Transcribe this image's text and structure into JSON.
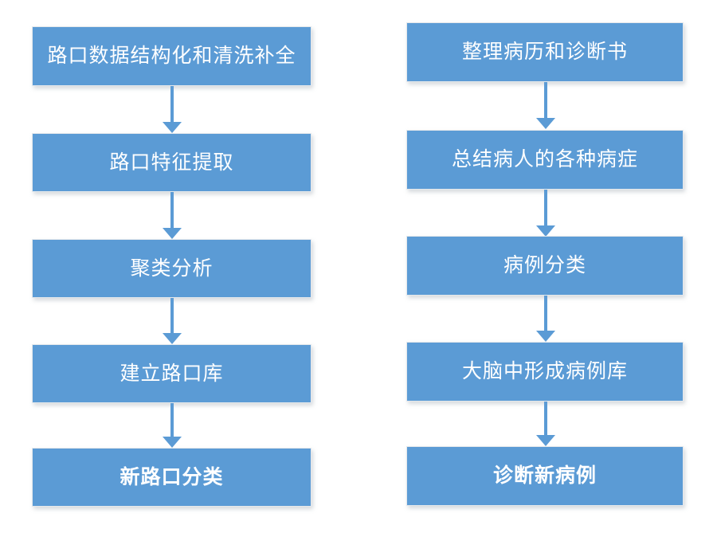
{
  "diagram": {
    "type": "flowchart",
    "orientation": "vertical-two-columns",
    "accent_color": "#5B9BD5",
    "node_text_color": "#FFFFFF",
    "background_color": "#FFFFFF",
    "columns": [
      {
        "id": "left",
        "nodes": [
          {
            "label": "路口数据结构化和清洗补全",
            "emphasis": false
          },
          {
            "label": "路口特征提取",
            "emphasis": false
          },
          {
            "label": "聚类分析",
            "emphasis": false
          },
          {
            "label": "建立路口库",
            "emphasis": false
          },
          {
            "label": "新路口分类",
            "emphasis": true
          }
        ],
        "connectors": [
          {
            "icon": "down-arrow-icon"
          },
          {
            "icon": "down-arrow-icon"
          },
          {
            "icon": "down-arrow-icon"
          },
          {
            "icon": "down-arrow-icon"
          }
        ]
      },
      {
        "id": "right",
        "nodes": [
          {
            "label": "整理病历和诊断书",
            "emphasis": false
          },
          {
            "label": "总结病人的各种病症",
            "emphasis": false
          },
          {
            "label": "病例分类",
            "emphasis": false
          },
          {
            "label": "大脑中形成病例库",
            "emphasis": false
          },
          {
            "label": "诊断新病例",
            "emphasis": true
          }
        ],
        "connectors": [
          {
            "icon": "down-arrow-icon"
          },
          {
            "icon": "down-arrow-icon"
          },
          {
            "icon": "down-arrow-icon"
          },
          {
            "icon": "down-arrow-icon"
          }
        ]
      }
    ]
  }
}
